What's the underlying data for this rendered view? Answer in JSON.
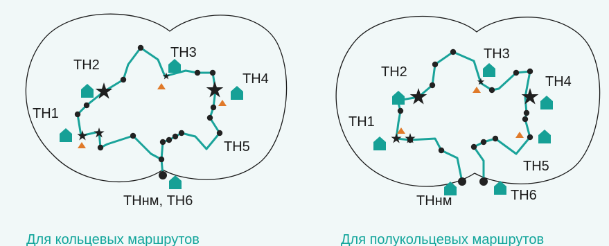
{
  "colors": {
    "background": "#f1f8f8",
    "outline": "#1a1a1a",
    "route": "#1aa39a",
    "stop": "#222222",
    "house": "#16a096",
    "triangle": "#e07a2a",
    "caption": "#12a59b",
    "star": "#1f1f1f"
  },
  "icons": [
    "house-icon",
    "star-icon",
    "triangle-icon",
    "stop-dot"
  ],
  "left": {
    "caption": "Для кольцевых маршрутов",
    "labels": {
      "th1": "ТН1",
      "th2": "ТН2",
      "th3": "ТН3",
      "th4": "ТН4",
      "th5": "ТН5",
      "thnm_th6": "ТНнм, ТН6"
    }
  },
  "right": {
    "caption": "Для полукольцевых маршрутов",
    "labels": {
      "th1": "ТН1",
      "th2": "ТН2",
      "th3": "ТН3",
      "th4": "ТН4",
      "th5": "ТН5",
      "thnm": "ТНнм",
      "th6": "ТН6"
    }
  }
}
